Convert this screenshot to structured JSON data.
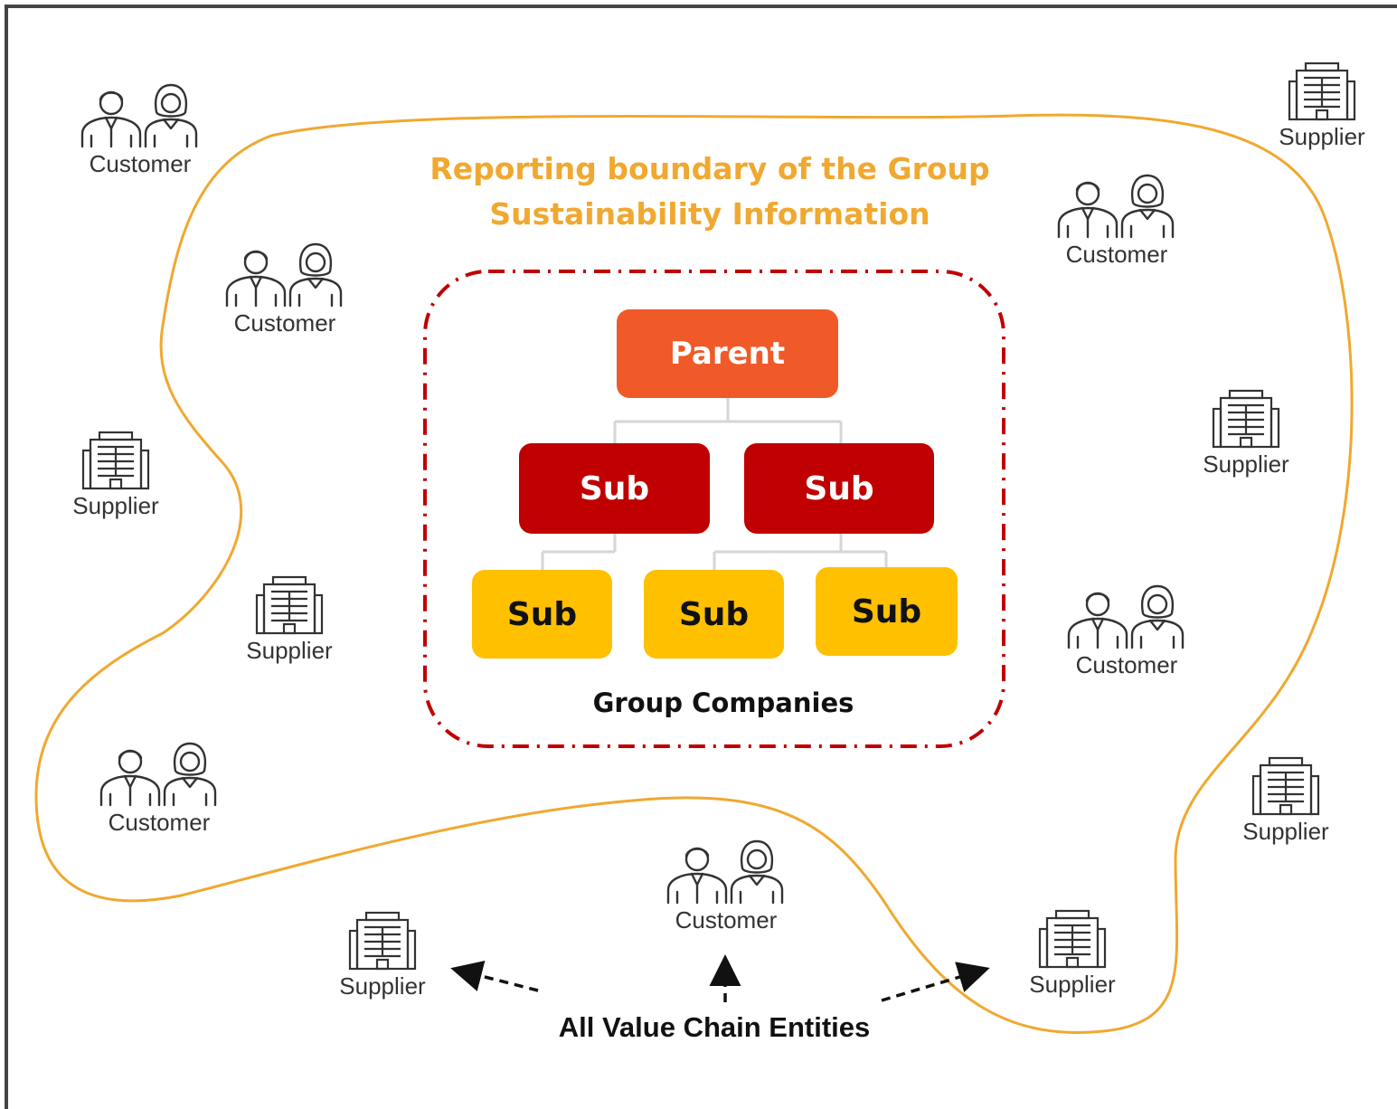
{
  "boundary": {
    "title_line1": "Reporting boundary of the Group",
    "title_line2": "Sustainability Information",
    "color": "#f0a830"
  },
  "group": {
    "label": "Group Companies",
    "parent_label": "Parent",
    "sub_label": "Sub",
    "colors": {
      "parent": "#f05a28",
      "sub_level1": "#c00000",
      "sub_level2": "#ffc000",
      "dash": "#c00000"
    }
  },
  "value_chain": {
    "label": "All Value Chain Entities"
  },
  "entities": [
    {
      "type": "customer",
      "label": "Customer",
      "icon": "people-icon"
    },
    {
      "type": "customer",
      "label": "Customer",
      "icon": "people-icon"
    },
    {
      "type": "supplier",
      "label": "Supplier",
      "icon": "building-icon"
    },
    {
      "type": "supplier",
      "label": "Supplier",
      "icon": "building-icon"
    },
    {
      "type": "customer",
      "label": "Customer",
      "icon": "people-icon"
    },
    {
      "type": "supplier",
      "label": "Supplier",
      "icon": "building-icon"
    },
    {
      "type": "customer",
      "label": "Customer",
      "icon": "people-icon"
    },
    {
      "type": "supplier",
      "label": "Supplier",
      "icon": "building-icon"
    },
    {
      "type": "customer",
      "label": "Customer",
      "icon": "people-icon"
    },
    {
      "type": "supplier",
      "label": "Supplier",
      "icon": "building-icon"
    },
    {
      "type": "supplier",
      "label": "Supplier",
      "icon": "building-icon"
    },
    {
      "type": "customer",
      "label": "Customer",
      "icon": "people-icon"
    },
    {
      "type": "supplier",
      "label": "Supplier",
      "icon": "building-icon"
    }
  ]
}
